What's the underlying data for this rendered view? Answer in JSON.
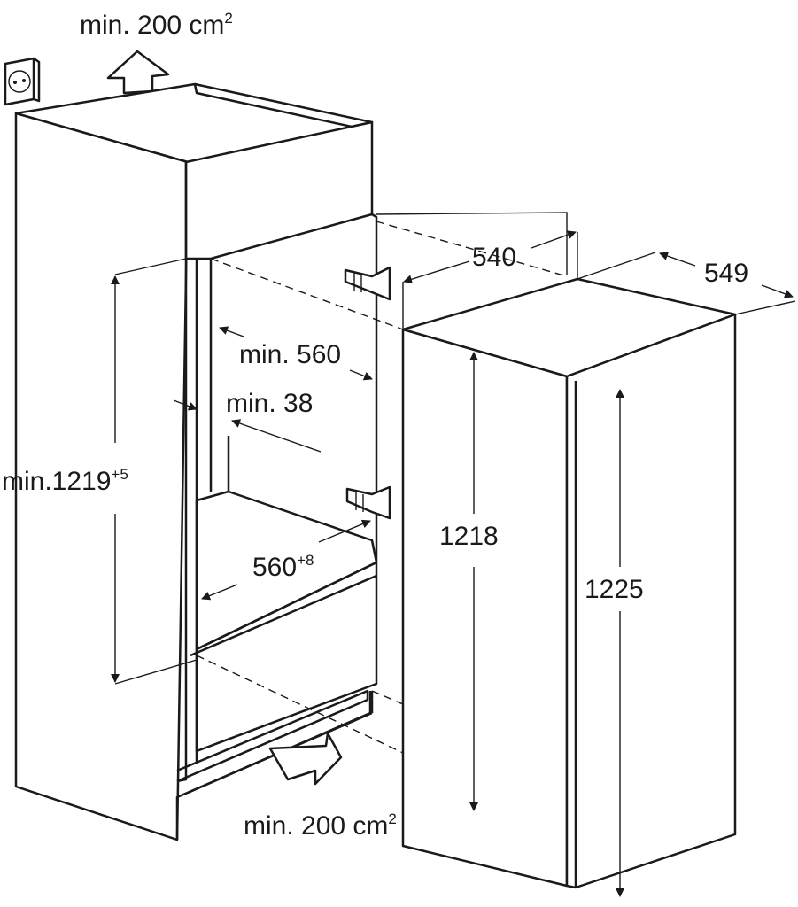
{
  "labels": {
    "top_vent": {
      "text": "min. 200 cm",
      "sup": "2"
    },
    "bottom_vent": {
      "text": "min. 200 cm",
      "sup": "2"
    },
    "depth_540": "540",
    "width_549": "549",
    "min_560": "min. 560",
    "min_38": "min. 38",
    "niche_height": {
      "text": "min.1219",
      "sup": "+5"
    },
    "niche_width": {
      "text": "560",
      "sup": "+8"
    },
    "appliance_height": "1218",
    "door_height": "1225"
  },
  "icons": [
    "power-socket-icon",
    "airflow-up-arrow-icon",
    "airflow-in-arrow-icon",
    "hinge-icon"
  ]
}
